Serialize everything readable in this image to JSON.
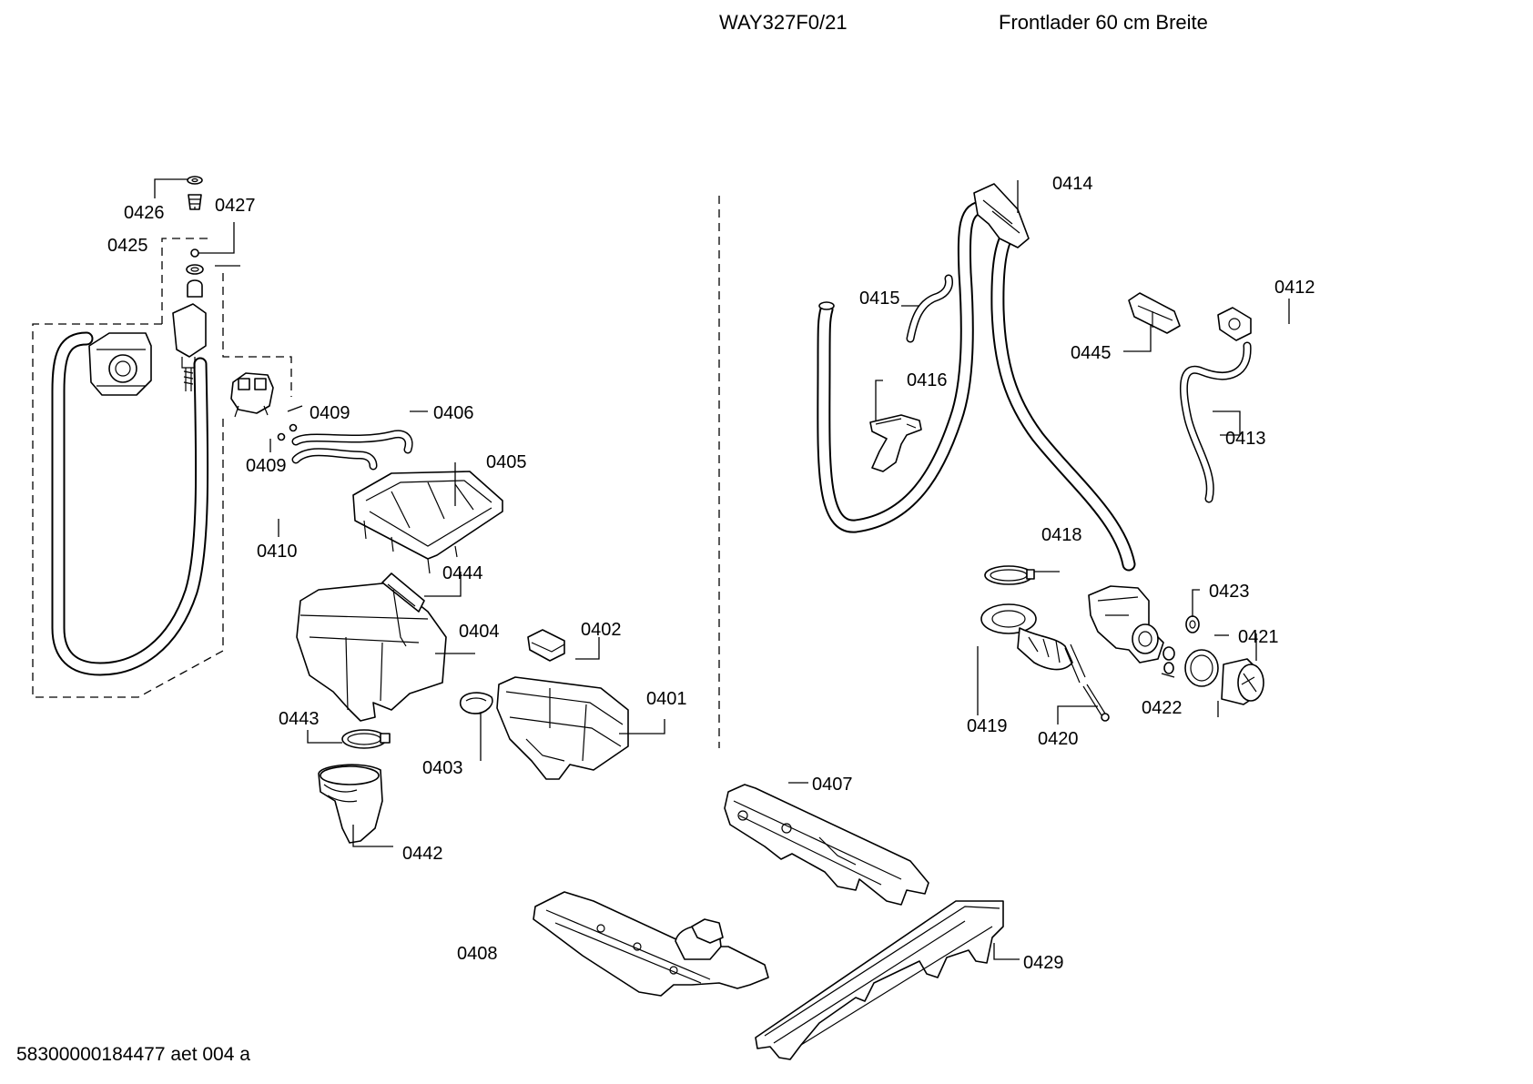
{
  "header": {
    "model": "WAY327F0/21",
    "description": "Frontlader 60 cm Breite"
  },
  "footer": {
    "doc_id": "58300000184477 aet 004 a"
  },
  "part_labels": {
    "p0426": "0426",
    "p0427": "0427",
    "p0425": "0425",
    "p0409a": "0409",
    "p0406": "0406",
    "p0409b": "0409",
    "p0405": "0405",
    "p0410": "0410",
    "p0444": "0444",
    "p0404": "0404",
    "p0402": "0402",
    "p0401": "0401",
    "p0443": "0443",
    "p0403": "0403",
    "p0442": "0442",
    "p0414": "0414",
    "p0415": "0415",
    "p0412": "0412",
    "p0445": "0445",
    "p0416": "0416",
    "p0413": "0413",
    "p0418": "0418",
    "p0423": "0423",
    "p0421": "0421",
    "p0419": "0419",
    "p0420": "0420",
    "p0422": "0422",
    "p0407": "0407",
    "p0408": "0408",
    "p0429": "0429"
  }
}
